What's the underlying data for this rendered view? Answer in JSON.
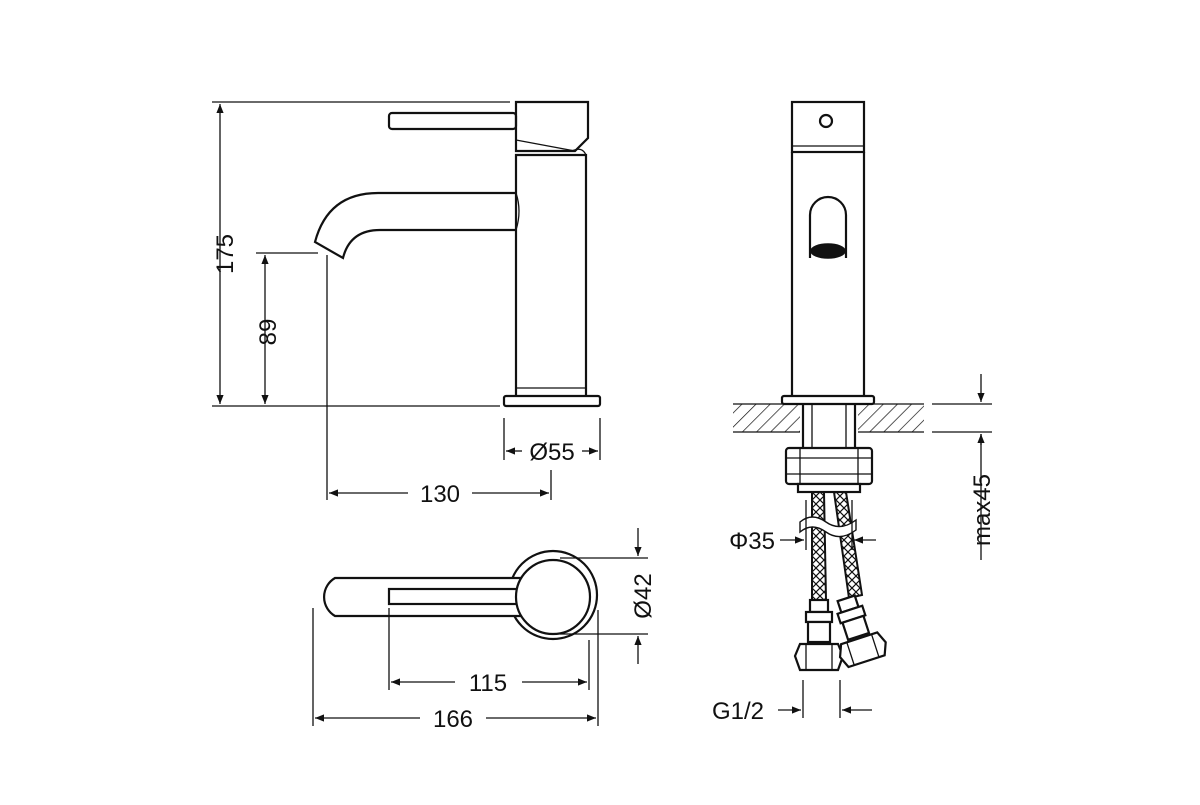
{
  "dimensions": {
    "total_height": "175",
    "spout_height": "89",
    "base_diameter": "Ø55",
    "spout_reach": "130",
    "body_diameter": "Ø42",
    "lever_length": "115",
    "overall_length": "166",
    "shank_diameter": "Φ35",
    "max_deck_thickness": "max45",
    "connection_thread": "G1/2"
  },
  "colors": {
    "line": "#111111",
    "background": "#ffffff"
  }
}
